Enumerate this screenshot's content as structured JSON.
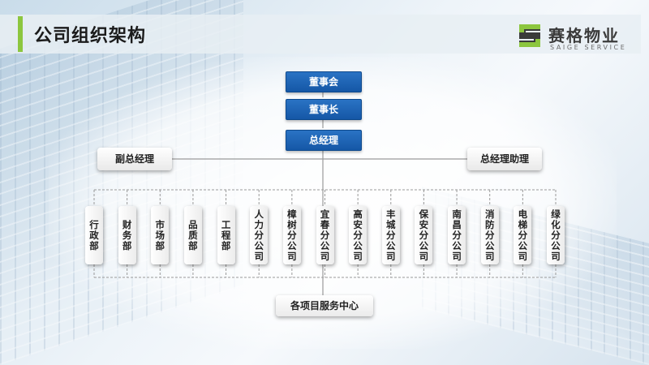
{
  "header": {
    "title": "公司组织架构"
  },
  "logo": {
    "name_cn": "赛格物业",
    "name_en": "SAIGE SERVICE",
    "brand_color": "#8cc63f",
    "mark_color": "#3a3a3a"
  },
  "colors": {
    "top_box": "#1c63b4",
    "accent": "#8cc63f",
    "line": "#9a9a9a"
  },
  "org": {
    "top": [
      "董事会",
      "董事长",
      "总经理"
    ],
    "left_side": "副总经理",
    "right_side": "总经理助理",
    "departments": [
      "行政部",
      "财务部",
      "市场部",
      "品质部",
      "工程部",
      "人力分公司",
      "樟树分公司",
      "宜春分公司",
      "高安分公司",
      "丰城分公司",
      "保安分公司",
      "南昌分公司",
      "消防分公司",
      "电梯分公司",
      "绿化分公司"
    ],
    "bottom": "各项目服务中心"
  }
}
